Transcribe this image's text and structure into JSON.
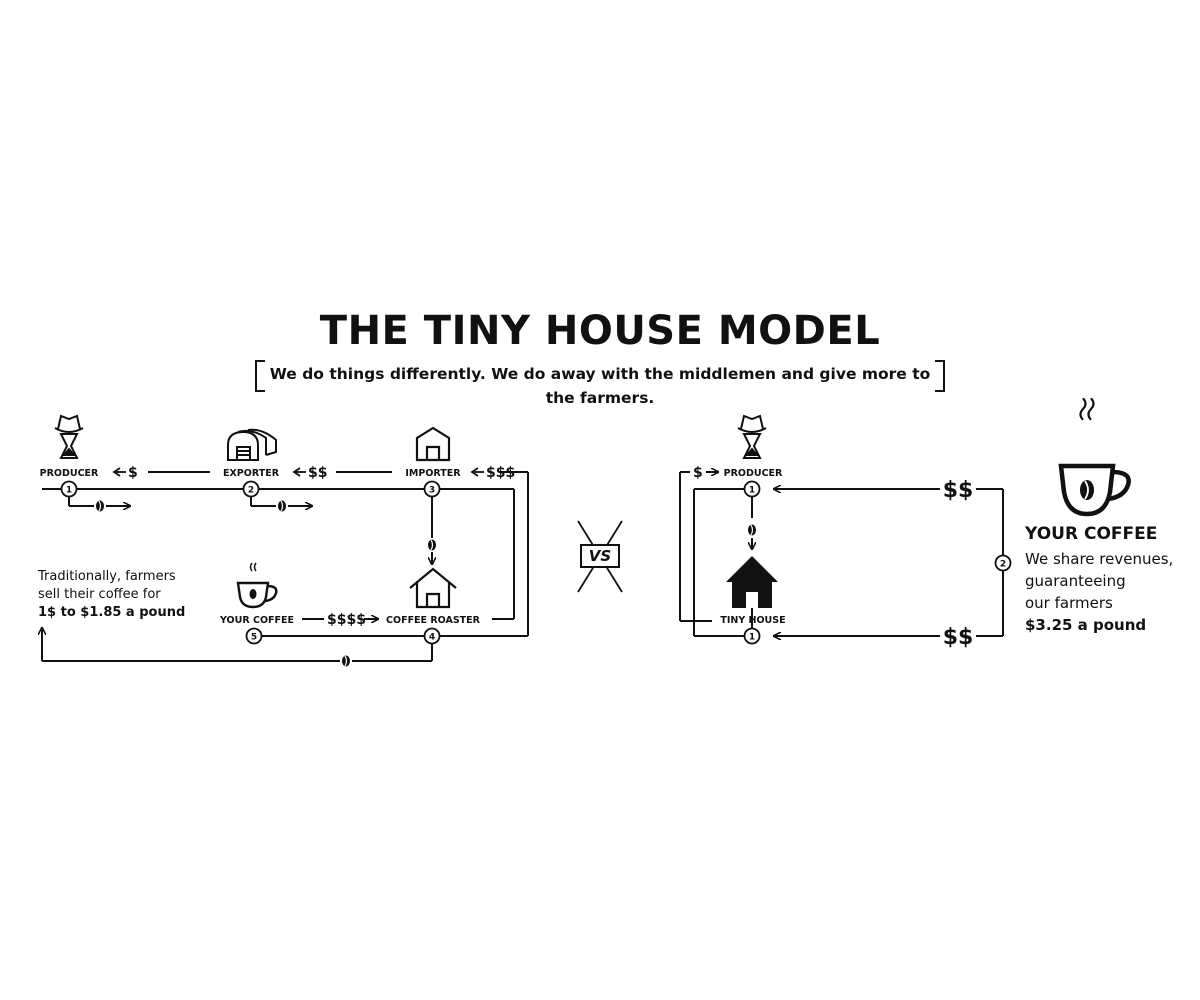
{
  "title": "THE TINY HOUSE MODEL",
  "subtitle": "We do things differently. We do away with the middlemen and give more to the farmers.",
  "traditional": {
    "nodes": {
      "producer": "PRODUCER",
      "exporter": "EXPORTER",
      "importer": "IMPORTER",
      "roaster": "COFFEE ROASTER",
      "your_coffee": "YOUR COFFEE"
    },
    "step_numbers": [
      "1",
      "2",
      "3",
      "4",
      "5"
    ],
    "money_flows": {
      "to_producer": "$",
      "to_exporter": "$$",
      "to_importer": "$$$",
      "to_roaster": "$$$$"
    },
    "note": {
      "line1": "Traditionally, farmers",
      "line2": "sell their coffee for",
      "line3": "1$ to $1.85 a pound"
    }
  },
  "vs_label": "VS",
  "tiny_house": {
    "nodes": {
      "producer": "PRODUCER",
      "tiny_house": "TINY HOUSE"
    },
    "step_numbers": [
      "1",
      "1",
      "2"
    ],
    "money_flows": {
      "to_producer": "$",
      "top": "$$",
      "bottom": "$$"
    },
    "coffee_title": "YOUR COFFEE",
    "note": {
      "line1": "We share revenues,",
      "line2": "guaranteeing",
      "line3": "our farmers",
      "line4": "$3.25 a pound"
    }
  },
  "icons": [
    "farmer-icon",
    "warehouse-icon",
    "house-outline-icon",
    "coffee-cup-icon",
    "house-filled-icon",
    "coffee-bean-icon"
  ]
}
